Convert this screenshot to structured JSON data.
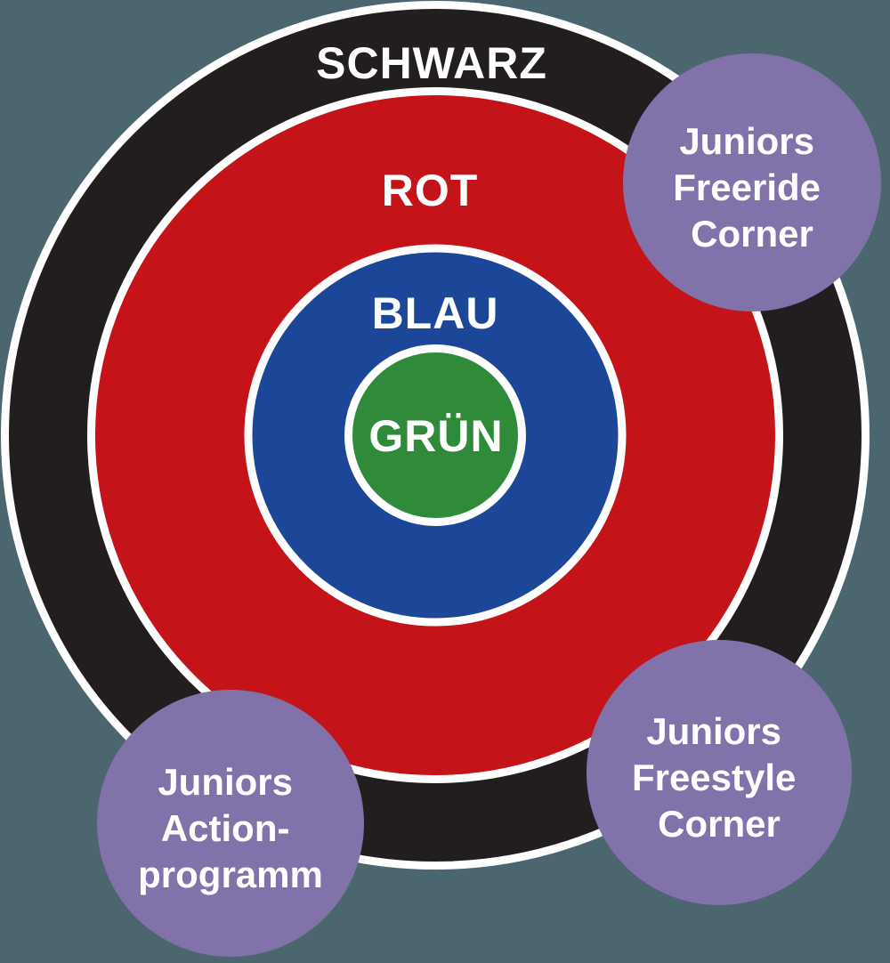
{
  "background_color": "#4B666E",
  "stroke_color": "#FFFFFF",
  "text_color": "#FFFFFF",
  "target": {
    "rings": [
      {
        "label": "SCHWARZ",
        "color": "#221E1F"
      },
      {
        "label": "ROT",
        "color": "#C41419"
      },
      {
        "label": "BLAU",
        "color": "#1C4697"
      },
      {
        "label": "GRÜN",
        "color": "#2F8B3A"
      }
    ]
  },
  "badges": {
    "color": "#8172A9",
    "freeride": {
      "lines": [
        "Juniors",
        "Freeride",
        "Corner"
      ]
    },
    "freestyle": {
      "lines": [
        "Juniors",
        "Freestyle",
        "Corner"
      ]
    },
    "action": {
      "lines": [
        "Juniors",
        "Action-",
        "programm"
      ]
    }
  }
}
